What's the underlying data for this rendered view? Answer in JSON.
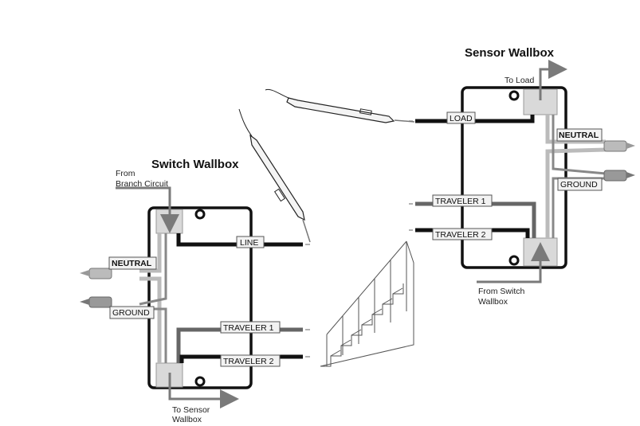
{
  "switch_wallbox": {
    "title": "Switch Wallbox",
    "from_label_1": "From",
    "from_label_2": "Branch Circuit",
    "to_label_1": "To Sensor",
    "to_label_2": "Wallbox",
    "neutral": "NEUTRAL",
    "ground": "GROUND",
    "line": "LINE",
    "traveler1": "TRAVELER 1",
    "traveler2": "TRAVELER 2"
  },
  "sensor_wallbox": {
    "title": "Sensor Wallbox",
    "to_load": "To Load",
    "from_label_1": "From Switch",
    "from_label_2": "Wallbox",
    "neutral": "NEUTRAL",
    "ground": "GROUND",
    "load": "LOAD",
    "traveler1": "TRAVELER 1",
    "traveler2": "TRAVELER 2"
  },
  "colors": {
    "box_outline": "#111111",
    "black_wire": "#111111",
    "traveler_wire": "#666666",
    "arrow": "#7a7a7a",
    "conduit": "#d9d9d9"
  }
}
